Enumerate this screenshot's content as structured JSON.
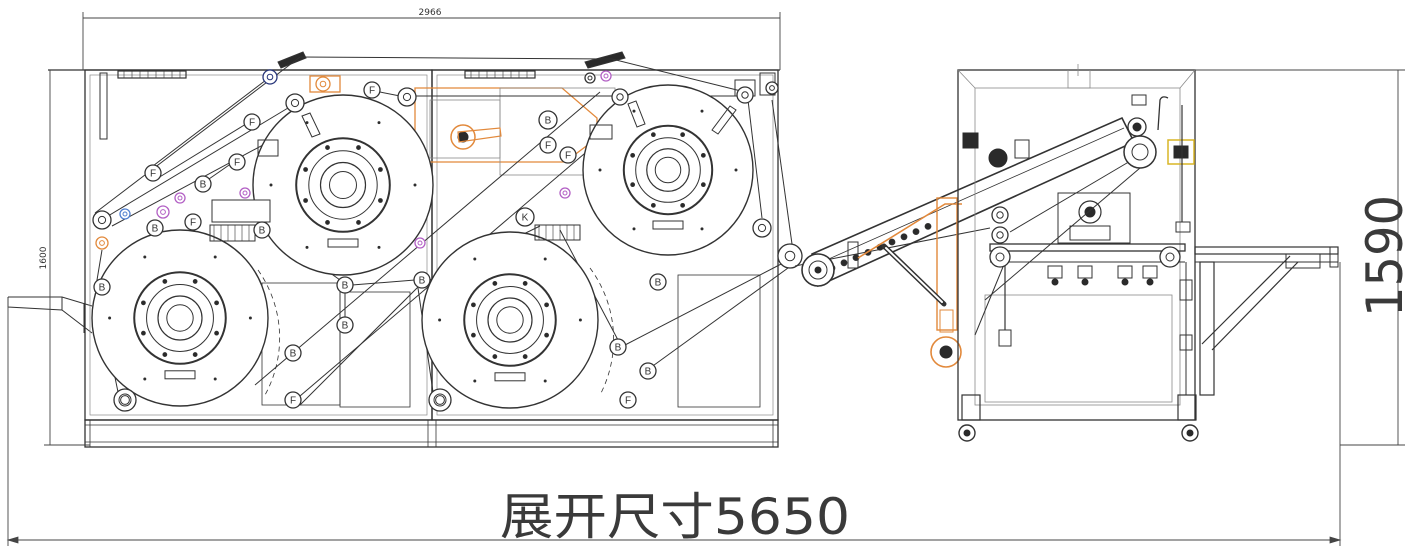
{
  "dimensions": {
    "overall_width": "2966",
    "left_height": "1600",
    "right_height": "1590",
    "total_unfolded": "展开尺寸5650"
  },
  "roller_labels": {
    "b": "B",
    "f": "F",
    "k": "K"
  },
  "colors": {
    "line": "#333333",
    "thin": "#8a8a8a",
    "orange": "#e2893b",
    "purple": "#b25fc4",
    "blue": "#4f7fd0",
    "navy": "#27357a",
    "yellow": "#d9b526",
    "dark": "#2a2a2a"
  }
}
